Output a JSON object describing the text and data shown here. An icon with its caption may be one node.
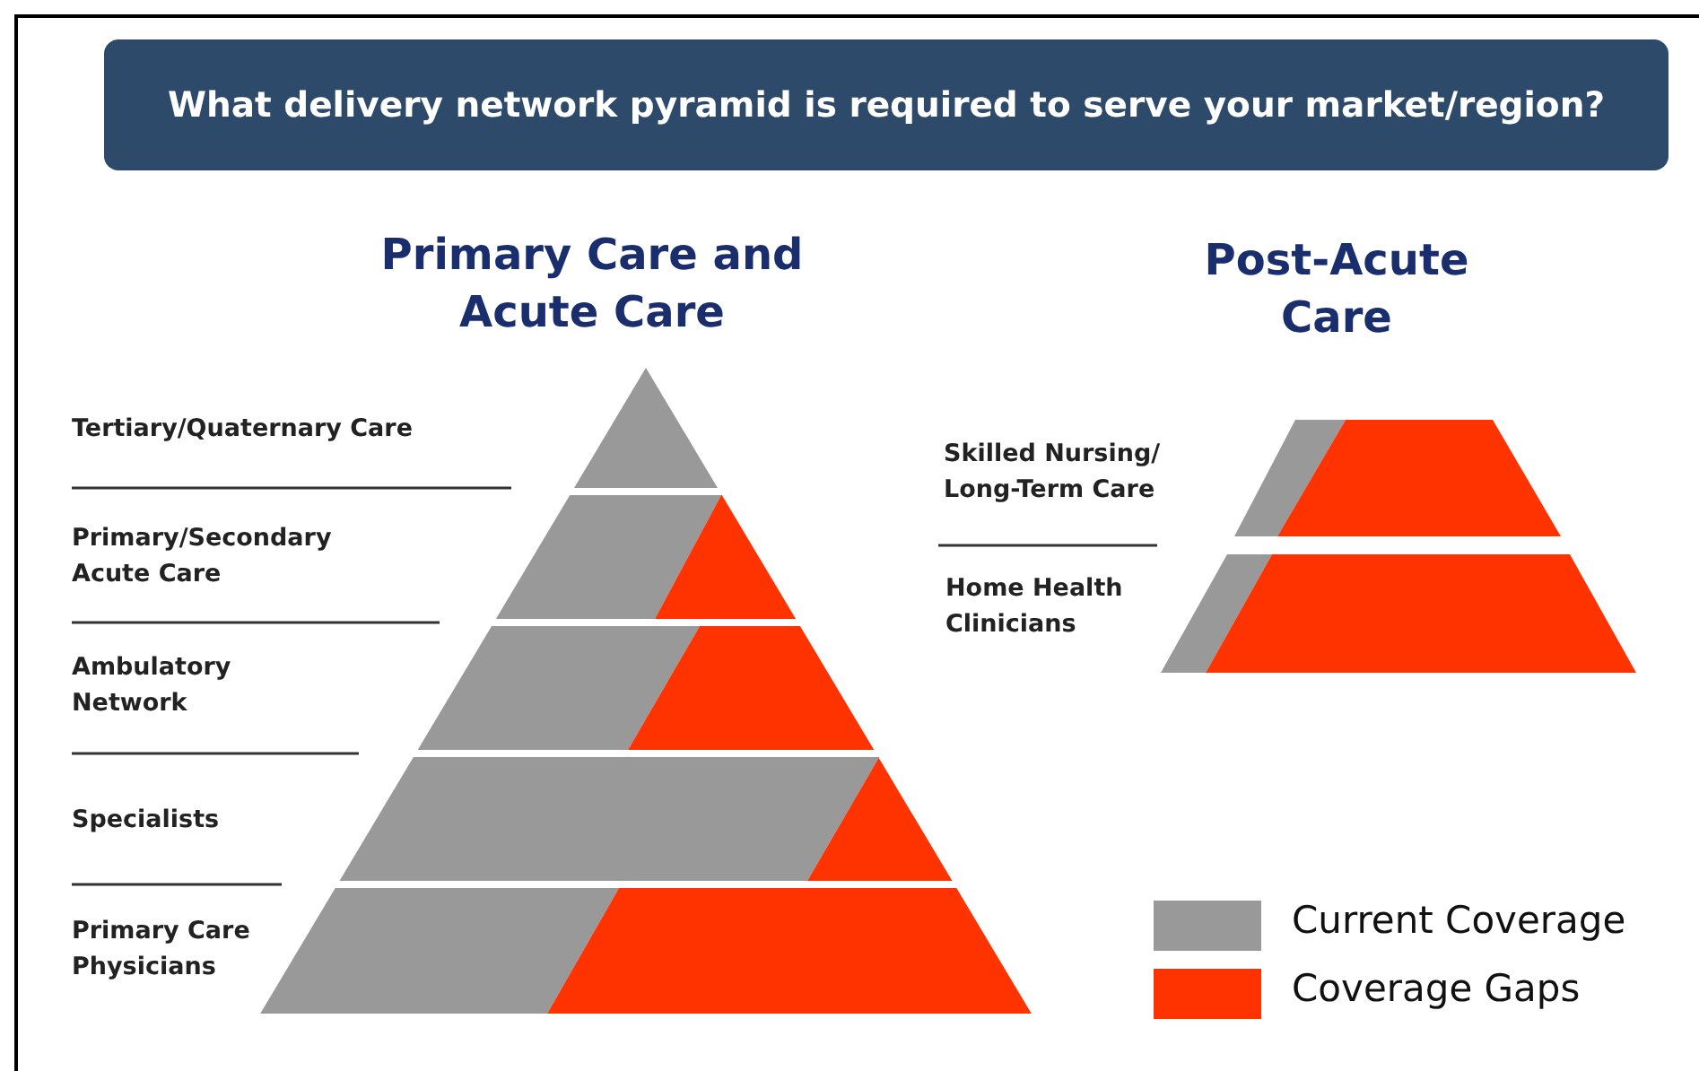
{
  "diagram": {
    "title": "What delivery network pyramid is required to serve your market/region?",
    "labels": [
      "Primary Care and Acute Care",
      "Post-Acute Care",
      "Tertiary/Quaternary Care",
      "Primary/Secondary Acute Care",
      "Ambulatory Network",
      "Specialists",
      "Primary Care Physicians",
      "Skilled Nursing/ Long-Term Care",
      "Home Health Clinicians"
    ],
    "legend": [
      {
        "text": "Current Coverage",
        "color": "#999999"
      },
      {
        "text": "Coverage Gaps",
        "color": "#ff3300"
      }
    ]
  }
}
